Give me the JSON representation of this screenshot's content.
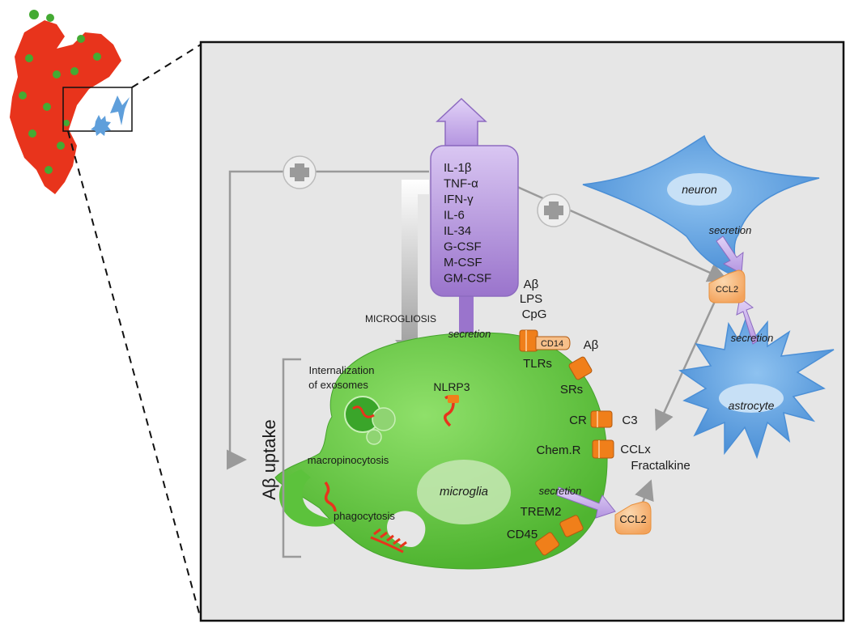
{
  "cytokines": [
    "IL-1β",
    "TNF-α",
    "IFN-γ",
    "IL-6",
    "IL-34",
    "G-CSF",
    "M-CSF",
    "GM-CSF"
  ],
  "labels": {
    "secretion_top": "secretion",
    "microgliosis": "MICROGLIOSIS",
    "ab_uptake": "Aβ uptake",
    "internalization_1": "Internalization",
    "internalization_2": "of exosomes",
    "macropinocytosis": "macropinocytosis",
    "phagocytosis": "phagocytosis",
    "nlrp3": "NLRP3",
    "microglia": "microglia",
    "secretion_bottom": "secretion",
    "ccl2_bottom": "CCL2",
    "ligand_ab": "Aβ",
    "ligand_lps": "LPS",
    "ligand_cpg": "CpG",
    "cd14": "CD14",
    "tlrs": "TLRs",
    "srs_ab": "Aβ",
    "srs": "SRs",
    "cr": "CR",
    "c3": "C3",
    "chemr": "Chem.R",
    "cclx": "CCLx",
    "fractalkine": "Fractalkine",
    "trem2": "TREM2",
    "cd45": "CD45",
    "neuron": "neuron",
    "secretion_neuron": "secretion",
    "ccl2_right": "CCL2",
    "secretion_astro": "secretion",
    "astrocyte": "astrocyte"
  },
  "colors": {
    "microglia": "#5cc23c",
    "cytokine_box": "#a07fd0",
    "receptor": "#f07f1a",
    "ccl2": "#f7b877",
    "cell_blue": "#5f9fdb",
    "panel": "#e6e6e6",
    "amyloid": "#e8341c"
  }
}
